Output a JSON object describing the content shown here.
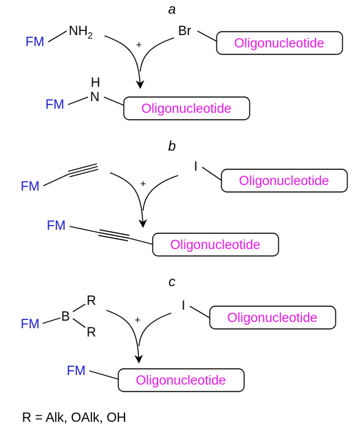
{
  "colors": {
    "fm": "#1a1acc",
    "oligo": "#e619e6",
    "ink": "#000000"
  },
  "reactions": [
    {
      "letter": "a",
      "reagent_fm": "FM",
      "reagent_group": "NH",
      "reagent_group_sub": "2",
      "substrate_atom": "Br",
      "substrate_label": "Oligonucleotide",
      "plus": "+",
      "product_fm": "FM",
      "product_h": "H",
      "product_n": "N",
      "product_label": "Oligonucleotide"
    },
    {
      "letter": "b",
      "reagent_fm": "FM",
      "substrate_atom": "I",
      "substrate_label": "Oligonucleotide",
      "plus": "+",
      "product_fm": "FM",
      "product_label": "Oligonucleotide"
    },
    {
      "letter": "c",
      "reagent_fm": "FM",
      "reagent_b": "B",
      "reagent_r1": "R",
      "reagent_r2": "R",
      "substrate_atom": "I",
      "substrate_label": "Oligonucleotide",
      "plus": "+",
      "product_fm": "FM",
      "product_label": "Oligonucleotide"
    }
  ],
  "footnote": "R = Alk, OAlk, OH"
}
